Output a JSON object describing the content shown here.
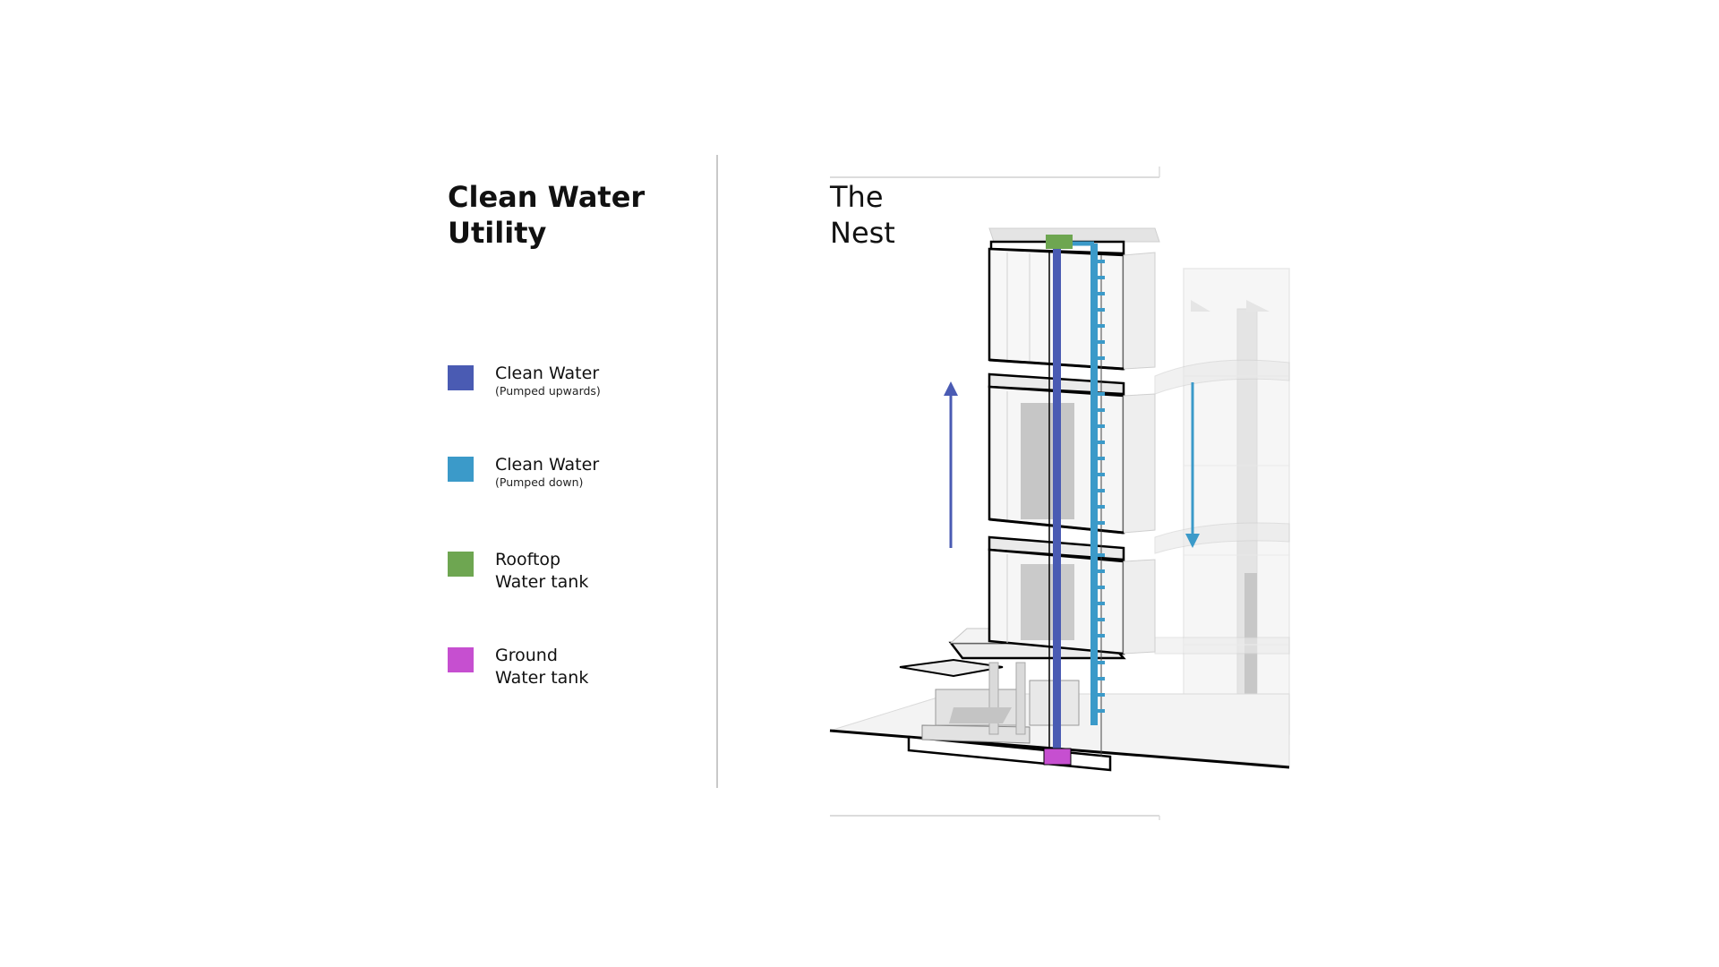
{
  "title": {
    "line1": "Clean Water",
    "line2": "Utility"
  },
  "building": {
    "line1": "The",
    "line2": "Nest"
  },
  "legend": [
    {
      "label": "Clean Water",
      "sub": "(Pumped upwards)",
      "color": "#4a5bb3",
      "icon": "upward-pipe-swatch"
    },
    {
      "label": "Clean Water",
      "sub": "(Pumped down)",
      "color": "#3b9ac9",
      "icon": "downward-pipe-swatch"
    },
    {
      "label": "Rooftop",
      "label2": "Water tank",
      "color": "#6ea651",
      "icon": "rooftop-tank-swatch"
    },
    {
      "label": "Ground",
      "label2": "Water tank",
      "color": "#c64fd0",
      "icon": "ground-tank-swatch"
    }
  ],
  "colors": {
    "divider": "#c9c9c9",
    "structure": "#d9d9d9",
    "outline": "#000000"
  }
}
